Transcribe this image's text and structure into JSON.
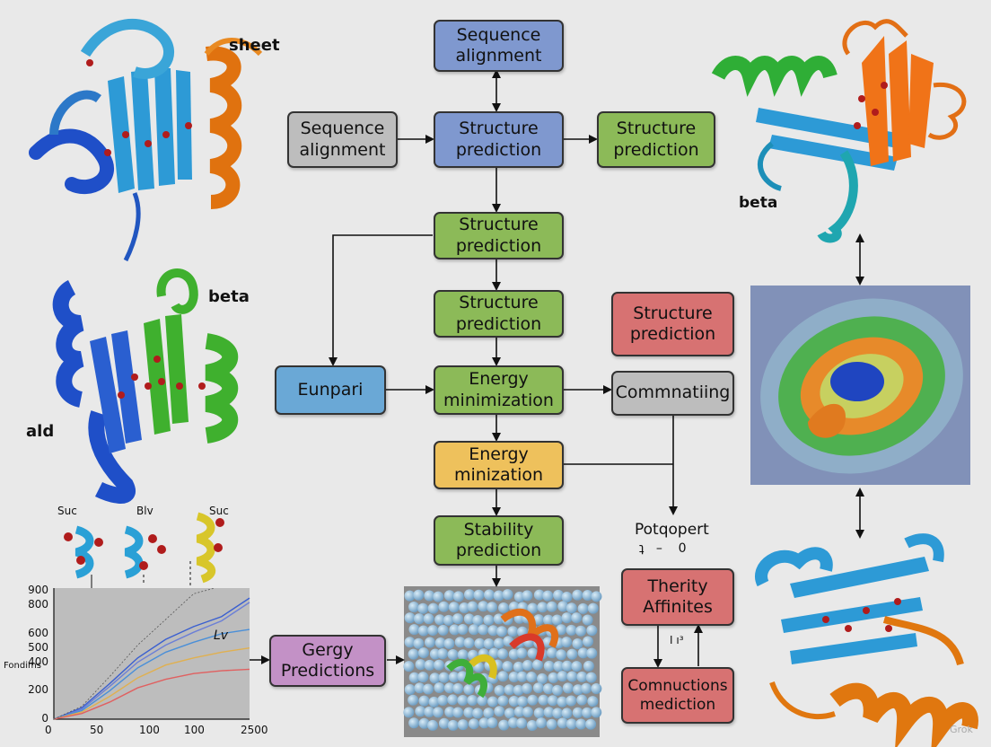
{
  "boxes": {
    "seq_align_top": "Sequence alignment",
    "seq_align_left": "Sequence alignment",
    "struct_pred_main": "Structure prediction",
    "struct_pred_right": "Structure prediction",
    "struct_pred_2": "Structure prediction",
    "struct_pred_3": "Structure prediction",
    "struct_pred_red": "Structure prediction",
    "eunpari": "Eunpari",
    "energy_min_1": "Energy minimization",
    "comm": "Commnatiing",
    "energy_min_2": "Energy minization",
    "stability": "Stability prediction",
    "therity": "Therity Affinites",
    "connuctions": "Comnuctions mediction",
    "gergy": "Gergy Predictions"
  },
  "labels": {
    "sheet": "sheet",
    "beta_left": "beta",
    "ald": "ald",
    "beta_right": "beta",
    "suc1": "Suc",
    "blv": "Blv",
    "suc2": "Suc",
    "potqopert": "Potqopert",
    "potq_sub": "ʇ   –    0",
    "ti_label": "I ı³",
    "watermark": "Grok"
  },
  "chart_data": {
    "type": "line",
    "title": "",
    "xlabel": "",
    "ylabel": "Fondims",
    "x_ticks": [
      "0",
      "50",
      "100",
      "100",
      "2500"
    ],
    "y_ticks": [
      0,
      200,
      400,
      500,
      600,
      800,
      900
    ],
    "annotation": "Lv",
    "series": [
      {
        "values": [
          [
            0,
            0
          ],
          [
            40,
            80
          ],
          [
            80,
            250
          ],
          [
            120,
            430
          ],
          [
            160,
            560
          ],
          [
            200,
            650
          ],
          [
            240,
            720
          ],
          [
            280,
            850
          ]
        ]
      },
      {
        "values": [
          [
            0,
            0
          ],
          [
            40,
            70
          ],
          [
            80,
            230
          ],
          [
            120,
            400
          ],
          [
            160,
            520
          ],
          [
            200,
            610
          ],
          [
            240,
            690
          ],
          [
            280,
            820
          ]
        ]
      },
      {
        "values": [
          [
            0,
            0
          ],
          [
            40,
            60
          ],
          [
            80,
            200
          ],
          [
            120,
            360
          ],
          [
            160,
            470
          ],
          [
            200,
            540
          ],
          [
            240,
            600
          ],
          [
            280,
            630
          ]
        ]
      },
      {
        "values": [
          [
            0,
            0
          ],
          [
            40,
            50
          ],
          [
            80,
            160
          ],
          [
            120,
            290
          ],
          [
            160,
            380
          ],
          [
            200,
            430
          ],
          [
            240,
            470
          ],
          [
            280,
            500
          ]
        ]
      },
      {
        "values": [
          [
            0,
            0
          ],
          [
            40,
            40
          ],
          [
            80,
            120
          ],
          [
            120,
            220
          ],
          [
            160,
            280
          ],
          [
            200,
            320
          ],
          [
            240,
            340
          ],
          [
            280,
            350
          ]
        ]
      },
      {
        "values": [
          [
            0,
            0
          ],
          [
            40,
            90
          ],
          [
            80,
            300
          ],
          [
            120,
            520
          ],
          [
            160,
            700
          ],
          [
            200,
            880
          ],
          [
            230,
            950
          ]
        ]
      }
    ],
    "series_colors": [
      "#3a5fd0",
      "#6b7fd6",
      "#4a8fd8",
      "#e0b050",
      "#e06060",
      "#555555"
    ]
  }
}
